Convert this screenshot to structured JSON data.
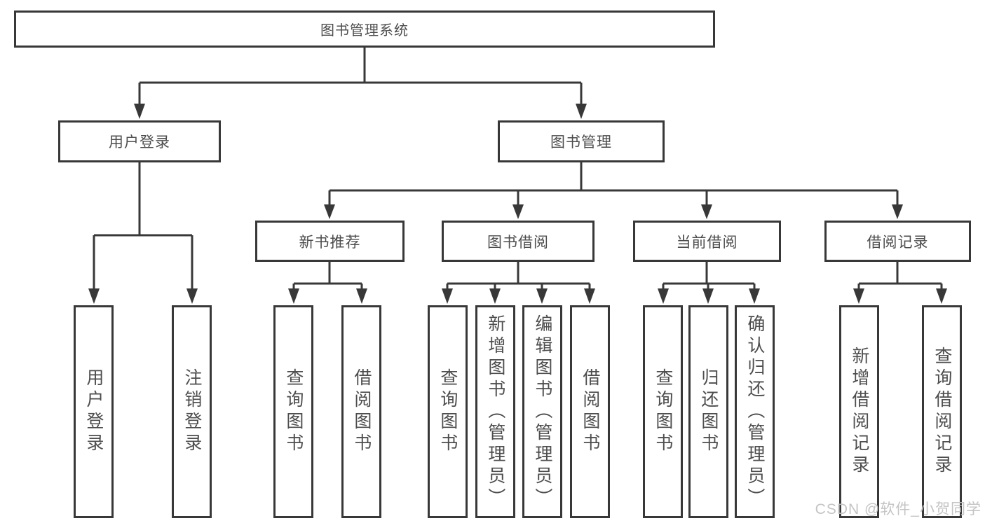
{
  "nodes": {
    "root": "图书管理系统",
    "user_login": "用户登录",
    "book_mgmt": "图书管理",
    "new_book_rec": "新书推荐",
    "book_borrow": "图书借阅",
    "current_borrow": "当前借阅",
    "borrow_records": "借阅记录",
    "leaves": {
      "user_login": "用户登录",
      "logout": "注销登录",
      "query_book_rec": "查询图书",
      "borrow_book_rec": "借阅图书",
      "query_book_borrow": "查询图书",
      "add_book_admin": "新增图书（管理员）",
      "edit_book_admin": "编辑图书（管理员）",
      "borrow_book_borrow": "借阅图书",
      "query_book_current": "查询图书",
      "return_book": "归还图书",
      "confirm_return_admin": "确认归还（管理员）",
      "add_borrow_record": "新增借阅记录",
      "query_borrow_record": "查询借阅记录"
    }
  },
  "watermark": "CSDN @软件_小贺同学",
  "colors": {
    "line": "#383838",
    "text": "#4d4d4d",
    "background": "#ffffff",
    "watermark": "#c1c1c1"
  }
}
